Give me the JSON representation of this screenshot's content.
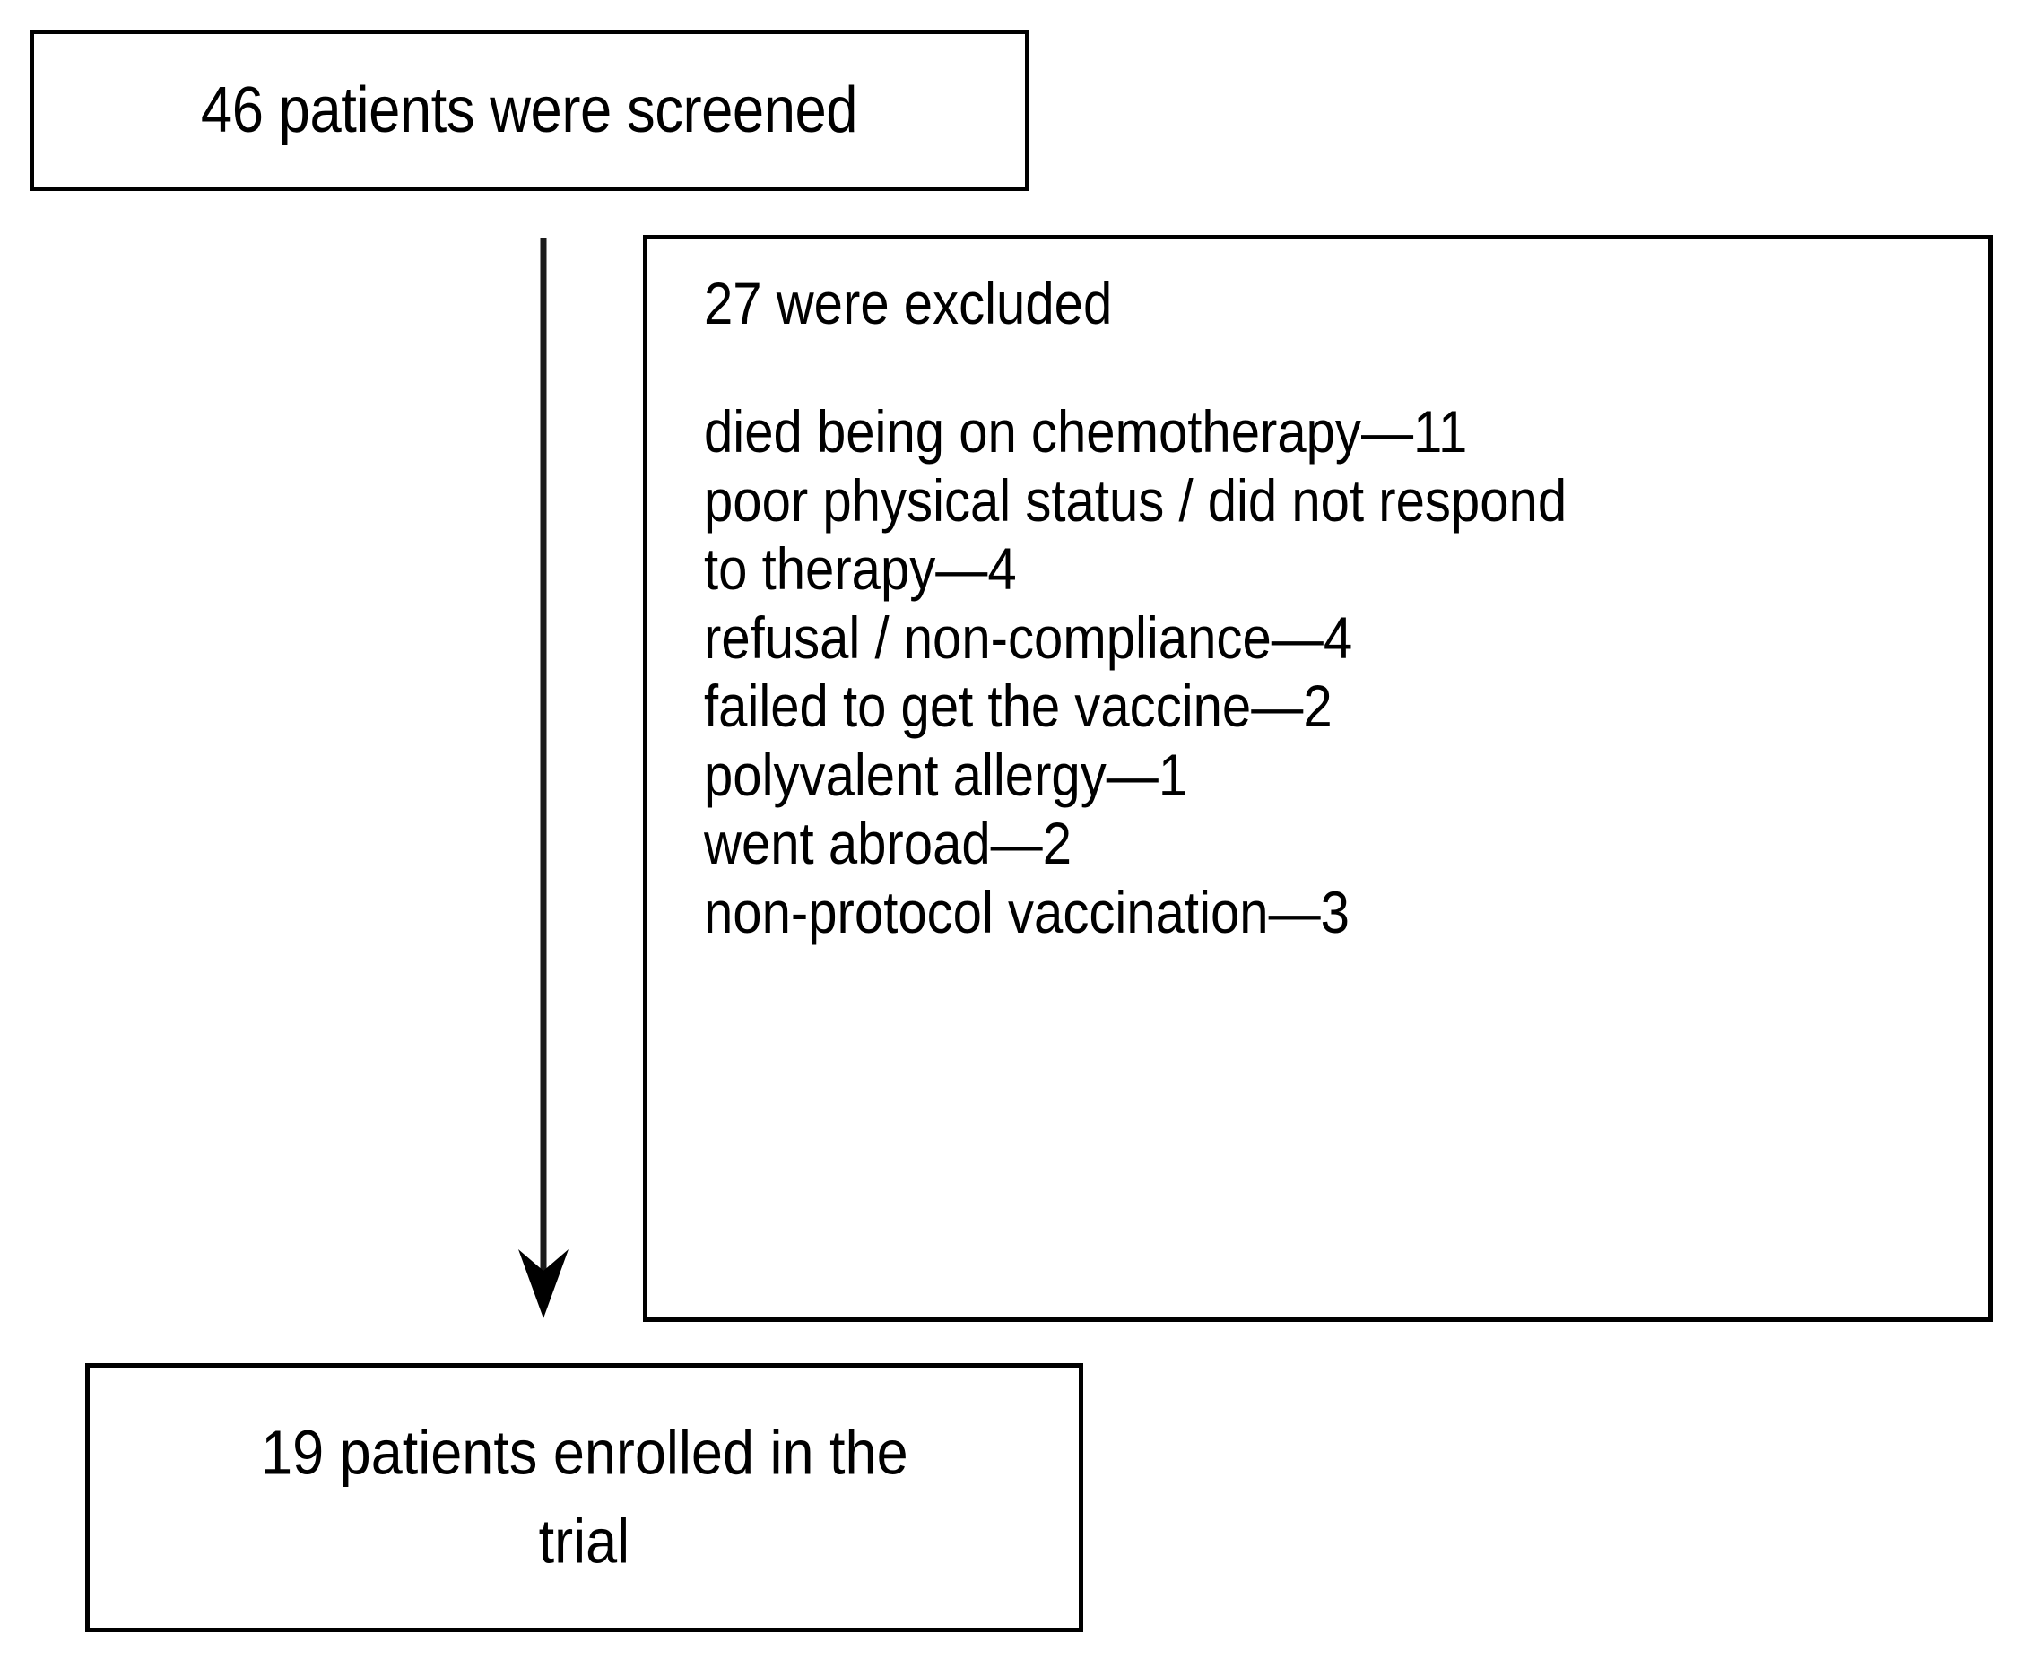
{
  "diagram": {
    "type": "consort-patient-flow",
    "boxes": {
      "screened": {
        "label": "46 patients were screened",
        "count": 46
      },
      "excluded": {
        "heading": "27 were excluded",
        "count": 27,
        "reasons": [
          {
            "text": "died being on chemotherapy—11",
            "reason": "died being on chemotherapy",
            "n": 11
          },
          {
            "text": "poor physical status / did not respond",
            "reason": "poor physical status / did not respond to therapy",
            "n": 4
          },
          {
            "text": "to therapy—4",
            "reason": "",
            "n": null
          },
          {
            "text": "refusal / non-compliance—4",
            "reason": "refusal / non-compliance",
            "n": 4
          },
          {
            "text": "failed to get the vaccine—2",
            "reason": "failed to get the vaccine",
            "n": 2
          },
          {
            "text": "polyvalent allergy—1",
            "reason": "polyvalent allergy",
            "n": 1
          },
          {
            "text": "went abroad—2",
            "reason": "went abroad",
            "n": 2
          },
          {
            "text": "non-protocol vaccination—3",
            "reason": "non-protocol vaccination",
            "n": 3
          }
        ]
      },
      "enrolled": {
        "line1": "19 patients enrolled in the",
        "line2": "trial",
        "count": 19
      }
    },
    "arrow": {
      "name": "down-arrow",
      "direction": "down"
    },
    "colors": {
      "stroke": "#000000",
      "background": "#ffffff",
      "text": "#000000"
    }
  }
}
